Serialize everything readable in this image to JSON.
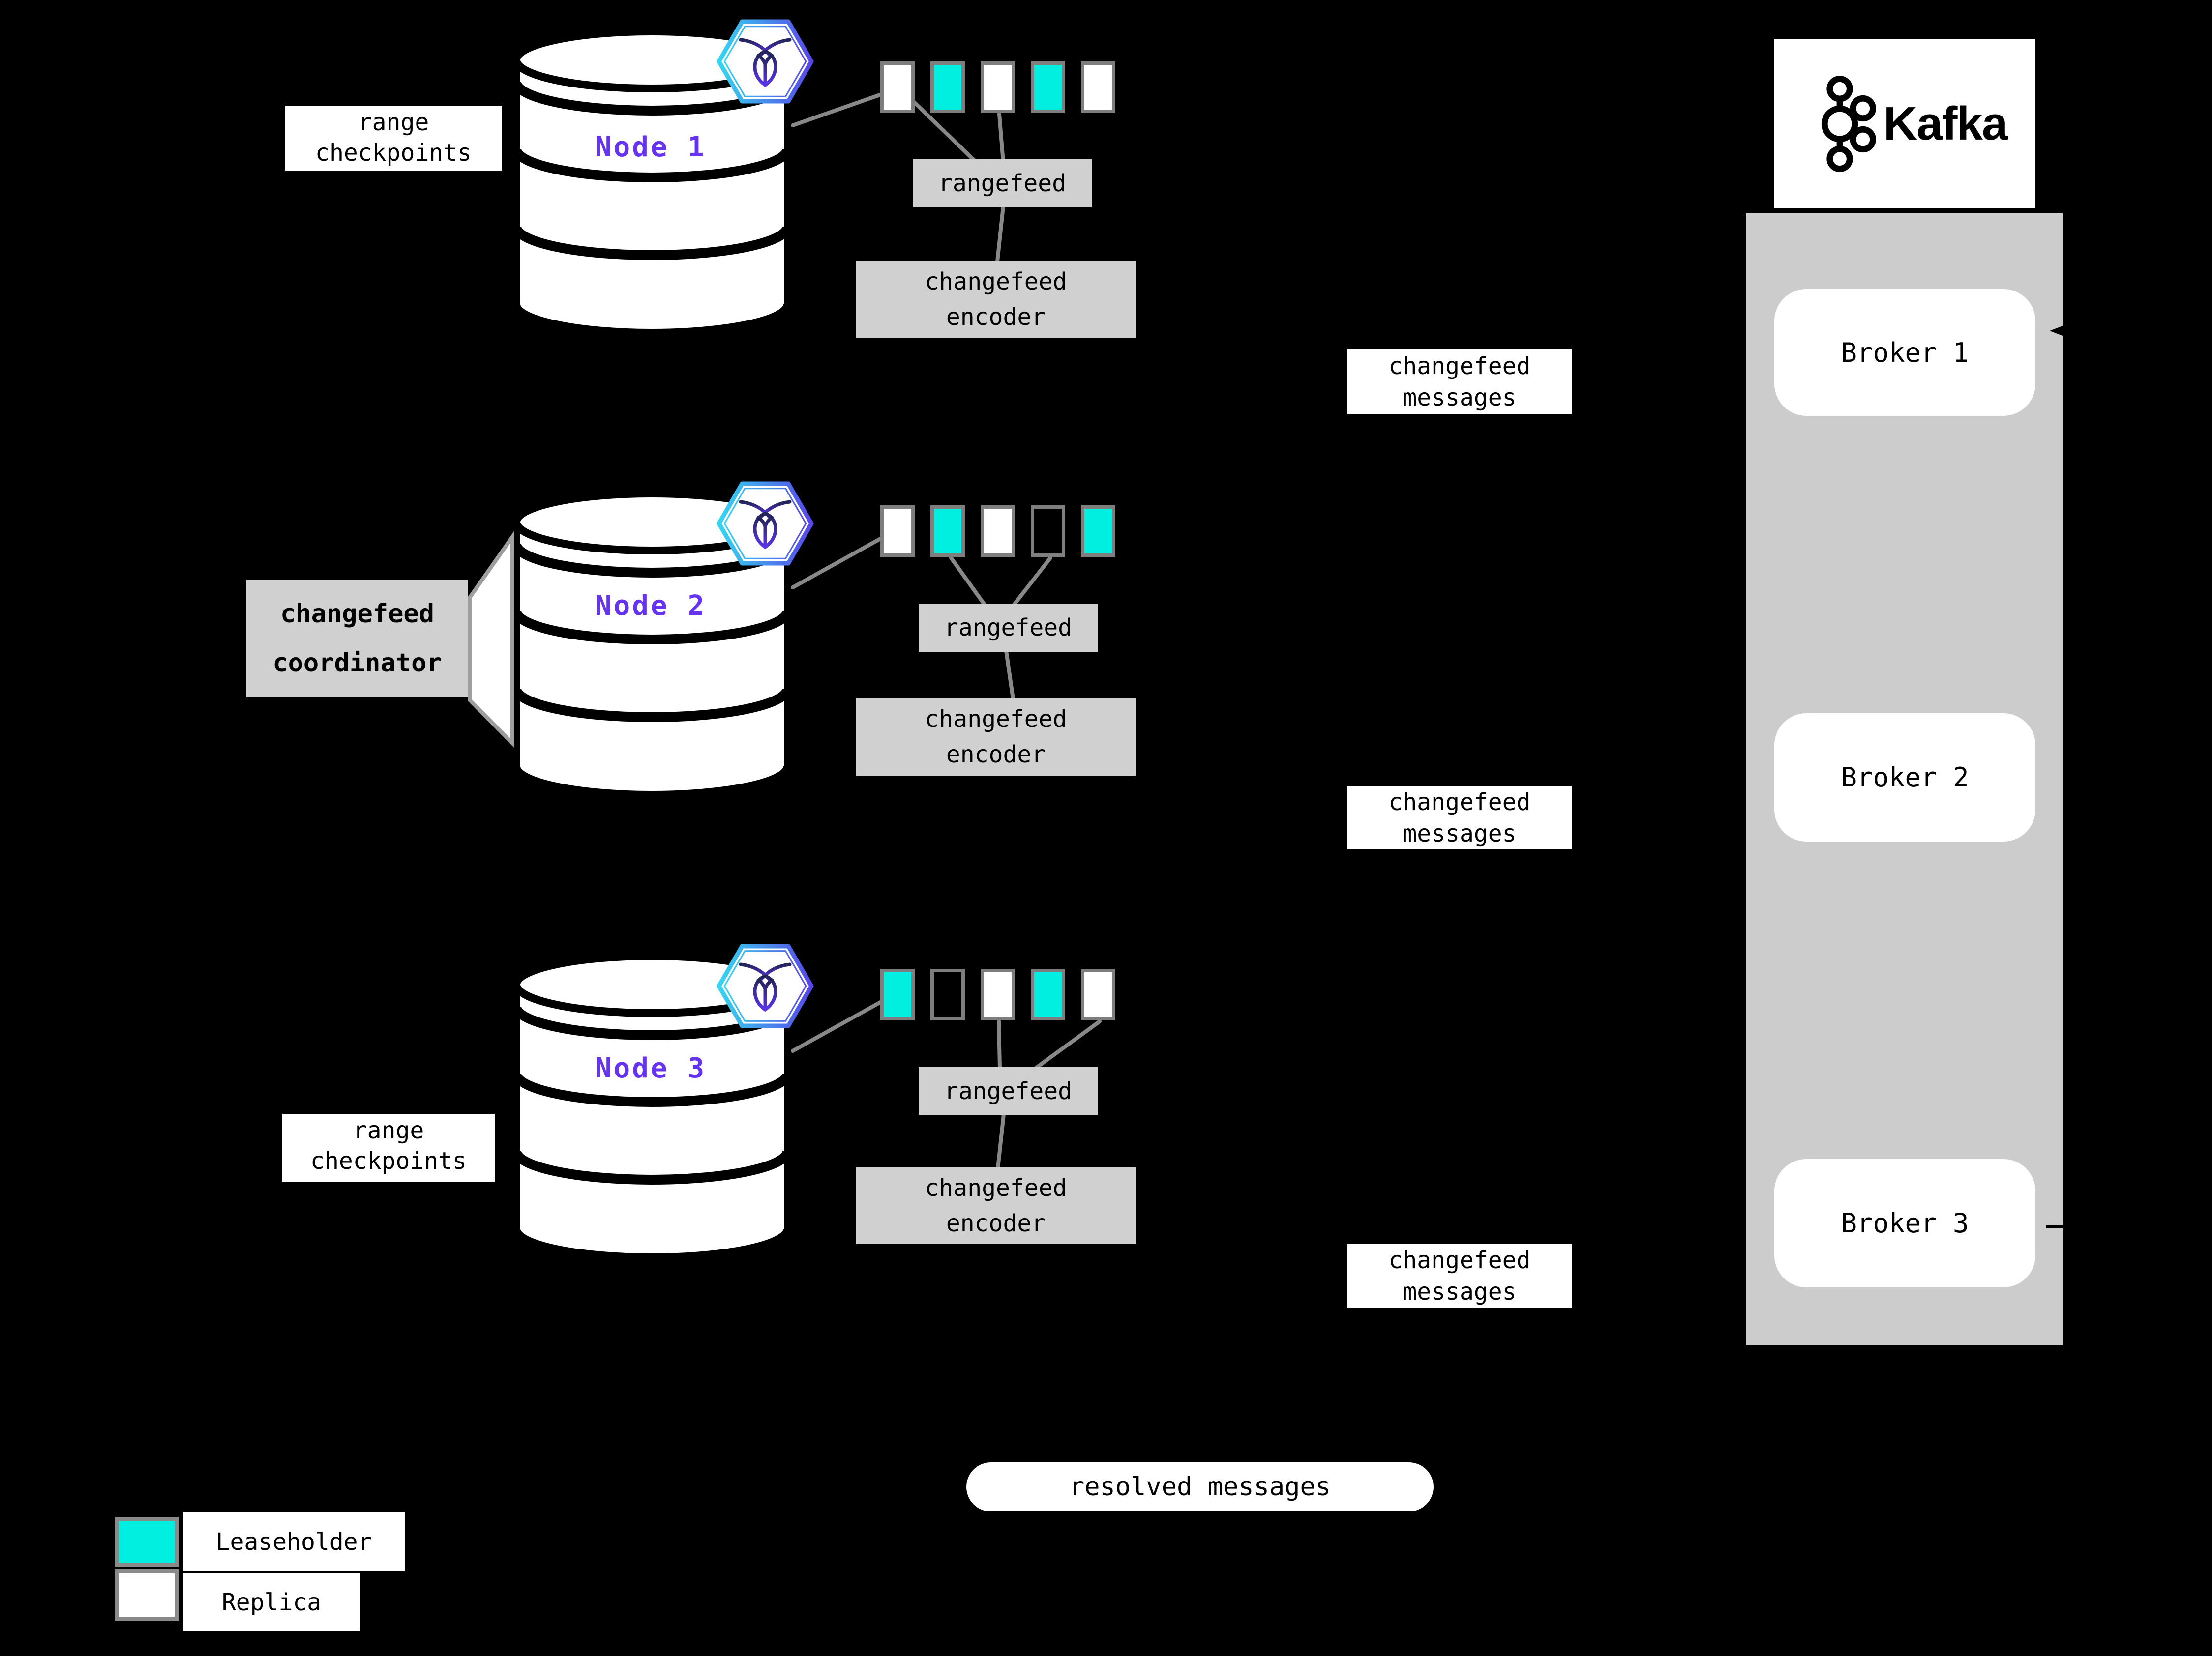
{
  "colors": {
    "background": "#000000",
    "leaseholder_cyan": "#00efe1",
    "replica_white": "#ffffff",
    "node_label_purple": "#6633f0",
    "box_gray": "#d0d0d0",
    "kafka_panel_gray": "#cccccc",
    "connector_line_gray": "#888888"
  },
  "icons": {
    "node_badge": "cockroachdb-hexagon-icon",
    "kafka_logo": "kafka-logo-icon"
  },
  "nodes": [
    {
      "label": "Node 1",
      "ranges": [
        "replica",
        "leaseholder",
        "replica",
        "leaseholder",
        "replica"
      ]
    },
    {
      "label": "Node 2",
      "ranges": [
        "replica",
        "leaseholder",
        "replica",
        "empty",
        "leaseholder"
      ]
    },
    {
      "label": "Node 3",
      "ranges": [
        "leaseholder",
        "empty",
        "replica",
        "leaseholder",
        "replica"
      ]
    }
  ],
  "shared": {
    "range_checkpoints": {
      "line1": "range",
      "line2": "checkpoints"
    },
    "rangefeed": "rangefeed",
    "changefeed_encoder": {
      "line1": "changefeed",
      "line2": "encoder"
    },
    "changefeed_messages": {
      "line1": "changefeed",
      "line2": "messages"
    }
  },
  "coordinator": {
    "line1": "changefeed",
    "line2": "coordinator"
  },
  "kafka": {
    "title": "Kafka",
    "brokers": [
      {
        "label": "Broker 1"
      },
      {
        "label": "Broker 2"
      },
      {
        "label": "Broker 3"
      }
    ]
  },
  "resolved_messages": "resolved messages",
  "legend": [
    {
      "swatch": "leaseholder",
      "label": "Leaseholder"
    },
    {
      "swatch": "replica",
      "label": "Replica"
    }
  ]
}
